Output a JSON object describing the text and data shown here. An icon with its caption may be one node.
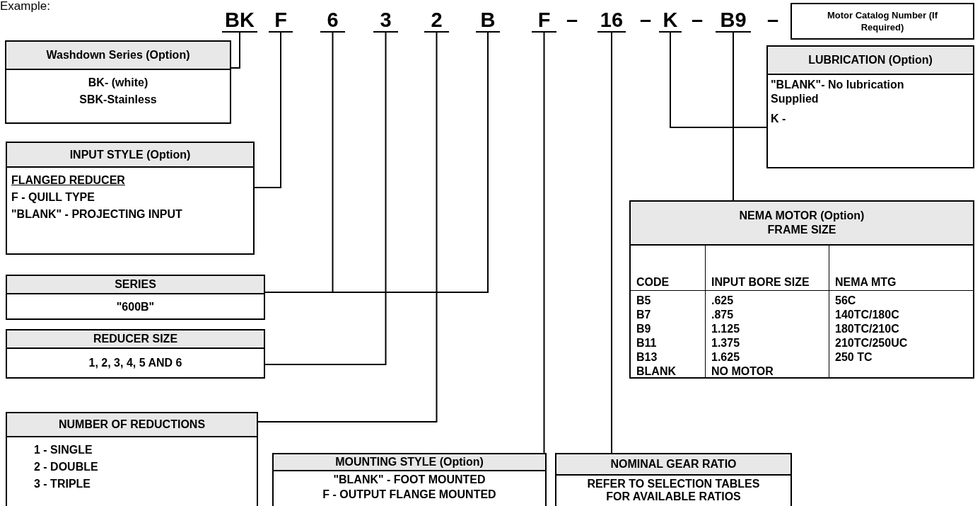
{
  "diagram": {
    "nodes": [
      {
        "text": [
          "BK"
        ]
      },
      {
        "text": [
          "F"
        ]
      },
      {
        "text": [
          "6"
        ]
      },
      {
        "text": [
          "3"
        ]
      },
      {
        "text": [
          "2"
        ]
      },
      {
        "text": [
          "B"
        ]
      },
      {
        "text": [
          "F"
        ]
      },
      {
        "text": [
          "16"
        ]
      },
      {
        "text": [
          "K"
        ]
      },
      {
        "text": [
          "B9"
        ]
      },
      {
        "text": [
          "Motor Catalog Number (If Required)"
        ]
      },
      {
        "text": [
          "Washdown Series (Option)",
          "BK- (white)",
          "SBK-Stainless"
        ]
      },
      {
        "text": [
          "INPUT STYLE (Option)",
          "FLANGED REDUCER",
          "F - QUILL TYPE",
          "\"BLANK\" - PROJECTING INPUT"
        ]
      },
      {
        "text": [
          "SERIES",
          "\"600B\""
        ]
      },
      {
        "text": [
          "REDUCER SIZE",
          "1, 2, 3, 4, 5 AND 6"
        ]
      },
      {
        "text": [
          "NUMBER OF REDUCTIONS",
          "1 - SINGLE",
          "2 - DOUBLE",
          "3 - TRIPLE"
        ]
      },
      {
        "text": [
          "MOUNTING STYLE (Option)",
          "\"BLANK\" - FOOT MOUNTED",
          "F - OUTPUT FLANGE MOUNTED"
        ]
      },
      {
        "text": [
          "NOMINAL GEAR RATIO",
          "REFER TO SELECTION TABLES FOR AVAILABLE RATIOS"
        ]
      },
      {
        "text": [
          "LUBRICATION (Option)",
          "\"BLANK\"- No lubrication Supplied",
          "K -"
        ]
      },
      {
        "text": [
          "NEMA MOTOR (Option) FRAME SIZE"
        ]
      }
    ],
    "edges": [
      {
        "from": 0,
        "to": 11,
        "arrow": "none"
      },
      {
        "from": 1,
        "to": 12,
        "arrow": "none"
      },
      {
        "from": 2,
        "to": 13,
        "arrow": "none"
      },
      {
        "from": 5,
        "to": 13,
        "arrow": "none"
      },
      {
        "from": 3,
        "to": 14,
        "arrow": "none"
      },
      {
        "from": 4,
        "to": 15,
        "arrow": "none"
      },
      {
        "from": 6,
        "to": 16,
        "arrow": "none"
      },
      {
        "from": 7,
        "to": 17,
        "arrow": "none"
      },
      {
        "from": 8,
        "to": 18,
        "arrow": "none"
      },
      {
        "from": 9,
        "to": 19,
        "arrow": "none"
      }
    ],
    "labels": [
      "Example:",
      "–",
      "–",
      "–",
      "–",
      "CODE",
      "INPUT BORE SIZE",
      "NEMA MTG",
      "B5",
      ".625",
      "56C",
      "B7",
      ".875",
      "140TC/180C",
      "B9",
      "1.125",
      "180TC/210C",
      "B11",
      "1.375",
      "210TC/250UC",
      "B13",
      "1.625",
      "250 TC",
      "BLANK",
      "NO MOTOR"
    ]
  }
}
